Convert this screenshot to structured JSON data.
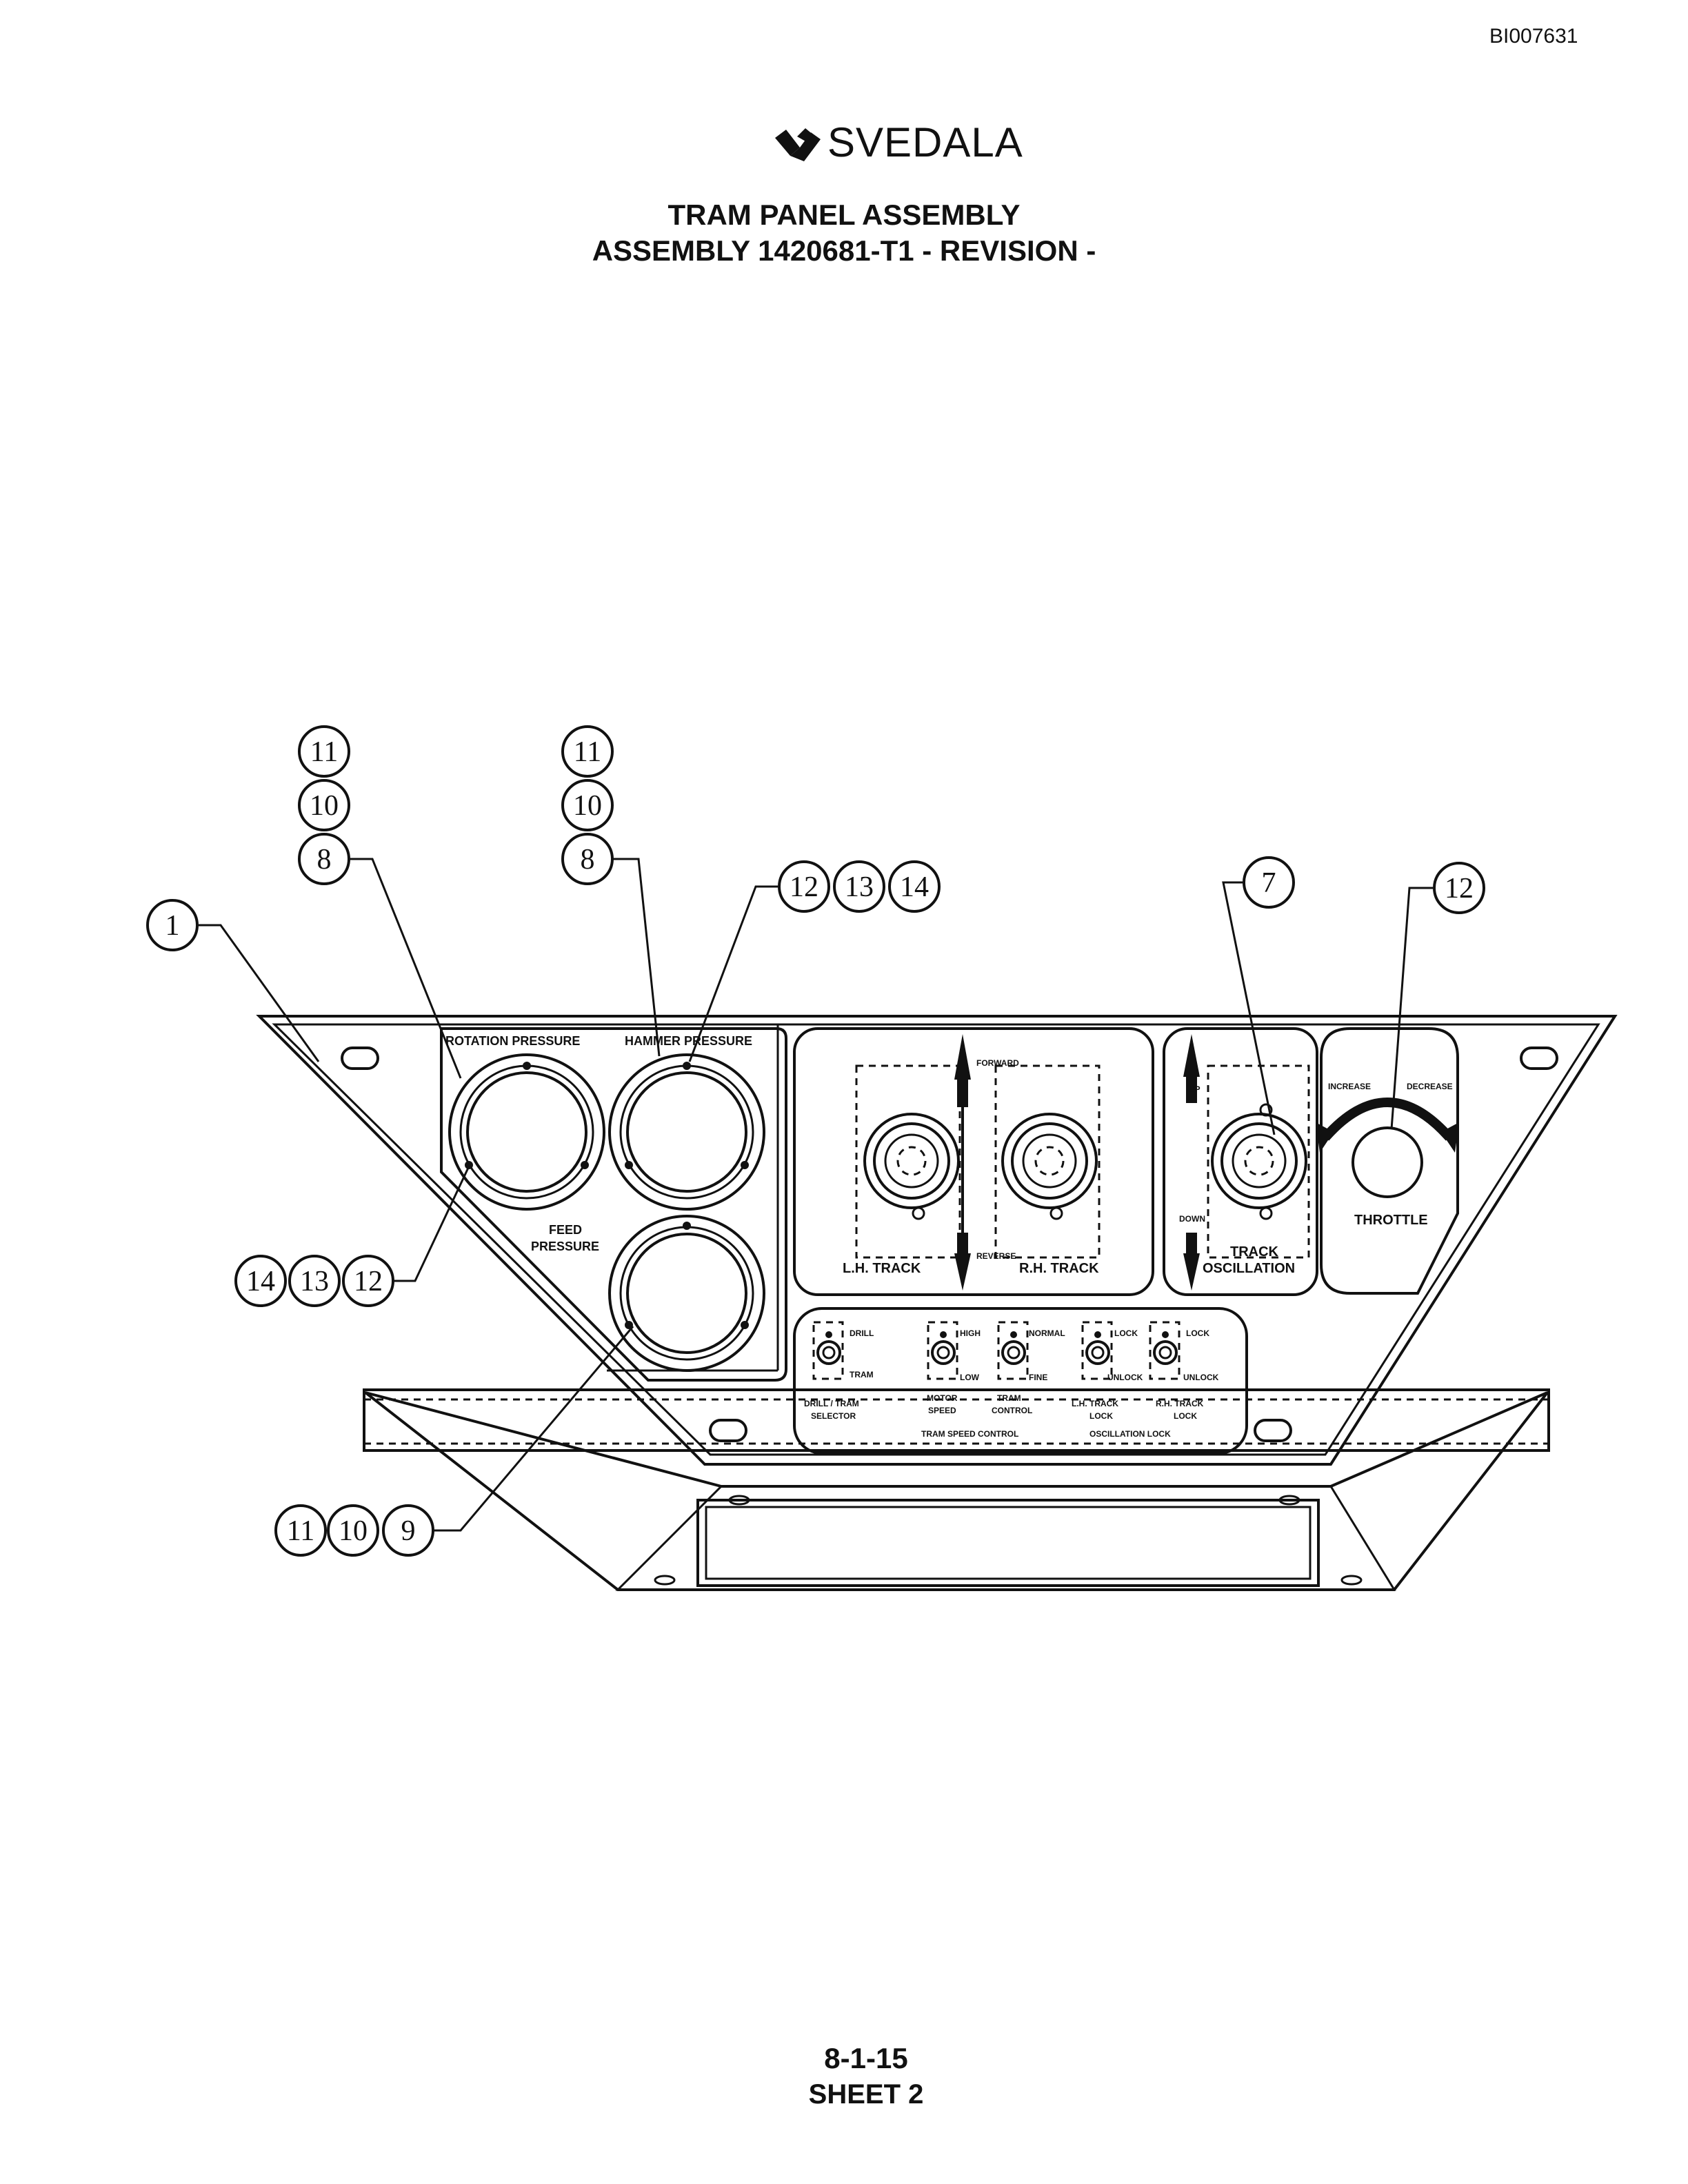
{
  "doc_id": "BI007631",
  "logo": {
    "text": "SVEDALA"
  },
  "title": {
    "line1": "TRAM PANEL ASSEMBLY",
    "line2": "ASSEMBLY 1420681-T1 - REVISION -"
  },
  "footer": {
    "line1": "8-1-15",
    "line2": "SHEET 2"
  },
  "callouts": {
    "g1a": "11",
    "g1b": "10",
    "g1c": "8",
    "g2a": "11",
    "g2b": "10",
    "g2c": "8",
    "g3a": "12",
    "g3b": "13",
    "g3c": "14",
    "g4": "1",
    "g5": "7",
    "g6": "12",
    "g7a": "14",
    "g7b": "13",
    "g7c": "12",
    "g8a": "11",
    "g8b": "10",
    "g8c": "9"
  },
  "panel_labels": {
    "rotation_pressure": "ROTATION PRESSURE",
    "hammer_pressure": "HAMMER PRESSURE",
    "feed_pressure_1": "FEED",
    "feed_pressure_2": "PRESSURE",
    "forward": "FORWARD",
    "reverse": "REVERSE",
    "lh_track": "L.H. TRACK",
    "rh_track": "R.H. TRACK",
    "up": "UP",
    "down": "DOWN",
    "track_osc_1": "TRACK",
    "track_osc_2": "OSCILLATION",
    "increase": "INCREASE",
    "decrease": "DECREASE",
    "throttle": "THROTTLE",
    "drill": "DRILL",
    "tram": "TRAM",
    "high": "HIGH",
    "low": "LOW",
    "normal": "NORMAL",
    "fine": "FINE",
    "lock_l": "LOCK",
    "unlock_l": "UNLOCK",
    "lock_r": "LOCK",
    "unlock_r": "UNLOCK",
    "sel_1": "DRILL / TRAM",
    "sel_2": "SELECTOR",
    "motor_1": "MOTOR",
    "motor_2": "SPEED",
    "tramc_1": "TRAM",
    "tramc_2": "CONTROL",
    "lhlock_1": "L.H. TRACK",
    "lhlock_2": "LOCK",
    "rhlock_1": "R.H. TRACK",
    "rhlock_2": "LOCK",
    "tram_speed": "TRAM SPEED CONTROL",
    "osc_lock": "OSCILLATION LOCK"
  }
}
